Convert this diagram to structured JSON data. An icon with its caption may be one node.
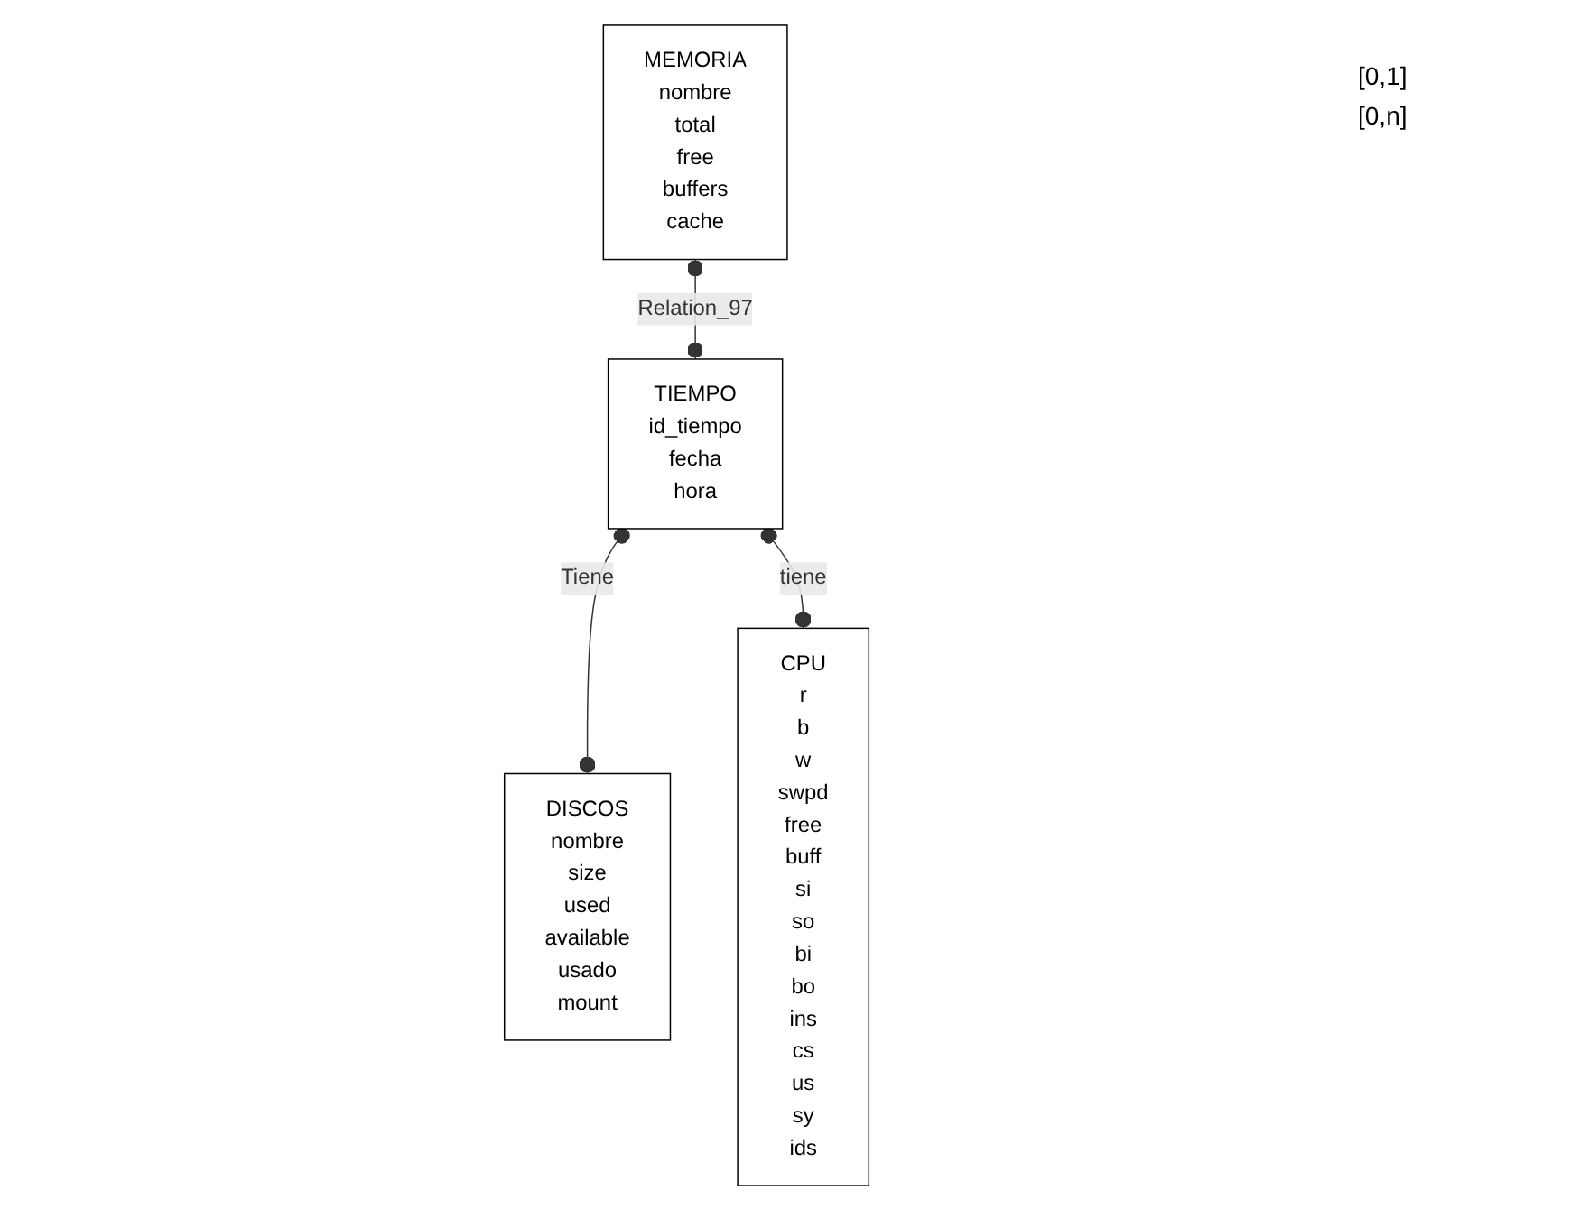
{
  "diagram": {
    "nodes": [
      {
        "text": [
          "MEMORIA",
          "nombre",
          "total",
          "free",
          "buffers",
          "cache"
        ]
      },
      {
        "text": [
          "TIEMPO",
          "id_tiempo",
          "fecha",
          "hora"
        ]
      },
      {
        "text": [
          "DISCOS",
          "nombre",
          "size",
          "used",
          "available",
          "usado",
          "mount"
        ]
      },
      {
        "text": [
          "CPU",
          "r",
          "b",
          "w",
          "swpd",
          "free",
          "buff",
          "si",
          "so",
          "bi",
          "bo",
          "ins",
          "cs",
          "us",
          "sy",
          "ids"
        ]
      }
    ],
    "edges": [
      {
        "from": 0,
        "to": 1,
        "arrow": "other",
        "label": "Relation_97"
      },
      {
        "from": 1,
        "to": 2,
        "arrow": "other",
        "label": "Tiene"
      },
      {
        "from": 1,
        "to": 3,
        "arrow": "other",
        "label": "tiene"
      }
    ],
    "labels": [
      "[0,1]",
      "[0,n]"
    ]
  }
}
